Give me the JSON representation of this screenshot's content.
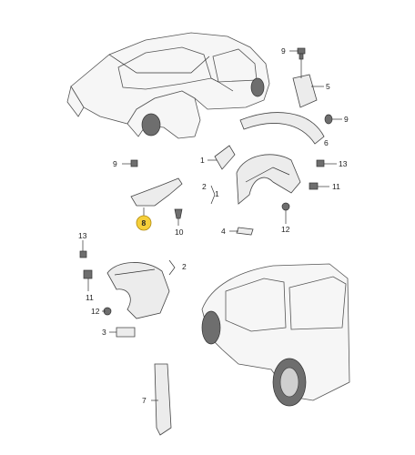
{
  "callouts": {
    "c1a": "1",
    "c1b": "1",
    "c2a": "2",
    "c2b": "2",
    "c3": "3",
    "c4": "4",
    "c5": "5",
    "c6": "6",
    "c7": "7",
    "c8": "8",
    "c9a": "9",
    "c9b": "9",
    "c9c": "9",
    "c10": "10",
    "c11a": "11",
    "c11b": "11",
    "c12a": "12",
    "c12b": "12",
    "c13a": "13",
    "c13b": "13"
  },
  "colors": {
    "highlight": "#f5cf3a",
    "line": "#333333"
  }
}
